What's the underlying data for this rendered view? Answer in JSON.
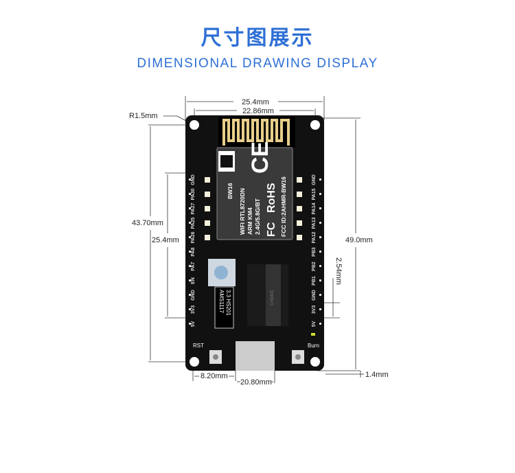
{
  "header": {
    "title": "尺寸图展示",
    "subtitle": "DIMENSIONAL DRAWING DISPLAY"
  },
  "dimensions": {
    "width_outer": "25.4mm",
    "width_inner": "22.86mm",
    "radius": "R1.5mm",
    "height_holes": "43.70mm",
    "height_total": "49.0mm",
    "pin_span": "25.4mm",
    "pin_pitch": "2.54mm",
    "edge_offset": "1.4mm",
    "rst_offset": "8.20mm",
    "usb_offset": "20.80mm"
  },
  "board": {
    "left_pins": [
      "GND",
      "PA30",
      "PA27",
      "PA25",
      "PA26",
      "PA8",
      "PA7",
      "EN",
      "GND",
      "3V3",
      "5V"
    ],
    "right_pins": [
      "GND",
      "PA15",
      "PA14",
      "PA13",
      "PA12",
      "PB3",
      "PB2",
      "PB1",
      "GND",
      "3V3",
      "5V"
    ],
    "module_lines": [
      "BW16",
      "WIFI RTL8720DN",
      "ARM KM4",
      "2.4G/5.8G/BT"
    ],
    "module_cert": "CE",
    "module_rohs": "RoHS",
    "module_fcc_logo": "FC",
    "module_fcc": "FCC ID:2AHMR-BW16",
    "regulator_lines": [
      "AMS1117",
      "3.3  HS201"
    ],
    "usb_chip": "CH340C",
    "rst_label": "RST",
    "burn_label": "Burn"
  },
  "colors": {
    "accent": "#2d6fd6",
    "board": "#111111",
    "gold": "#e8cf8a"
  }
}
